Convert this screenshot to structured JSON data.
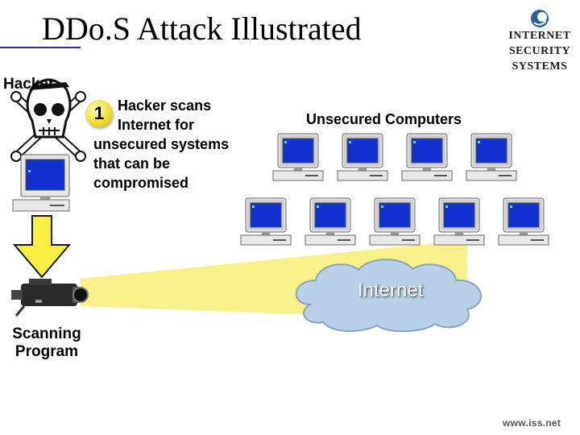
{
  "title": "DDo.S Attack Illustrated",
  "logo": {
    "lines": [
      "INTERNET",
      "SECURITY",
      "SYSTEMS"
    ],
    "url": "www.iss.net"
  },
  "labels": {
    "hacker": "Hacker",
    "scanning_program": [
      "Scanning",
      "Program"
    ],
    "unsecured_computers": "Unsecured Computers",
    "internet": "Internet"
  },
  "step": {
    "number": "1",
    "lines": [
      "Hacker scans",
      "Internet for",
      "unsecured systems",
      "that can be",
      "compromised"
    ]
  },
  "colors": {
    "title_rule": "#2a2aa8",
    "screen": "#1030d0",
    "arrow": "#f8f040",
    "beam": "#f8f088",
    "cloud": "#b8d0e8",
    "badge": "#f0e030"
  },
  "icons": {
    "hacker": "skull-crossbones-icon",
    "computer": "computer-icon",
    "camera": "video-camera-icon",
    "cloud": "cloud-icon",
    "arrow": "down-arrow-icon",
    "logo": "iss-logo-icon"
  }
}
